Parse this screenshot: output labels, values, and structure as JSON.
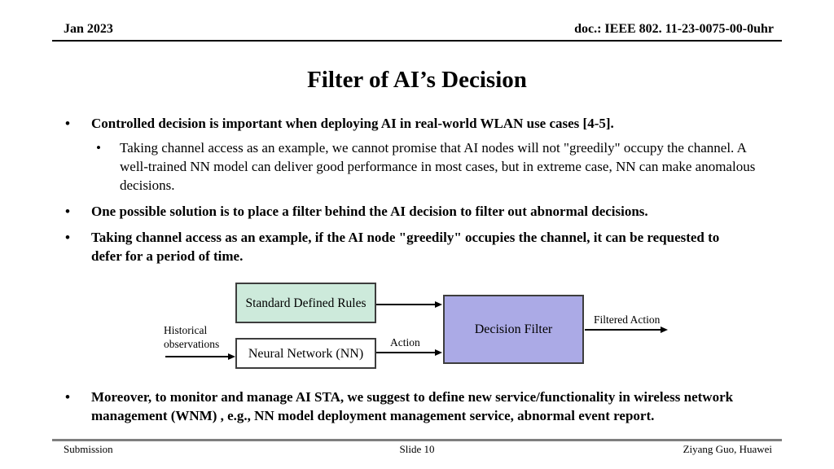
{
  "header": {
    "date": "Jan 2023",
    "doc_id": "doc.: IEEE 802. 11-23-0075-00-0uhr"
  },
  "slide": {
    "title": "Filter of AI’s Decision"
  },
  "bullets": {
    "b1": "Controlled decision is important when deploying AI in real-world WLAN use cases [4-5].",
    "b1_sub": "Taking channel access as an example, we cannot promise that AI nodes will not \"greedily\" occupy the channel. A well-trained NN model can deliver good performance in most cases, but in extreme case, NN can make anomalous decisions.",
    "b2": "One possible solution is to place a filter behind the AI decision to filter out abnormal decisions.",
    "b3": "Taking channel access as an example, if the AI node \"greedily\" occupies the channel, it can be requested to defer for a period of time.",
    "b4": "Moreover, to monitor and manage AI STA, we suggest to define new service/functionality in wireless network management (WNM) , e.g., NN model deployment management service, abnormal event report."
  },
  "diagram": {
    "rules_box": "Standard Defined Rules",
    "nn_box": "Neural Network (NN)",
    "filter_box": "Decision Filter",
    "input_label": "Historical observations",
    "action_label": "Action",
    "output_label": "Filtered Action",
    "colors": {
      "rules_fill": "#cdeadb",
      "nn_fill": "#ffffff",
      "filter_fill": "#abaae6"
    }
  },
  "footer": {
    "left": "Submission",
    "center": "Slide 10",
    "right": "Ziyang Guo, Huawei"
  }
}
